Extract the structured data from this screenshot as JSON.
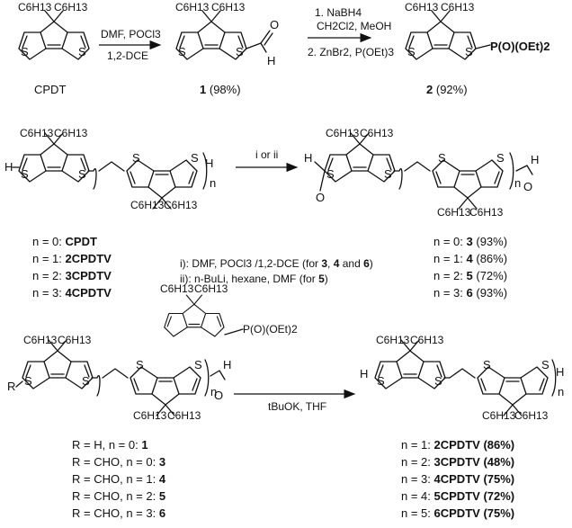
{
  "scheme": {
    "r1": {
      "start": {
        "sub1": "C6H13",
        "sub2": "C6H13",
        "label": "CPDT"
      },
      "arrow1": {
        "reagents": "DMF, POCl3",
        "solvent": "1,2-DCE"
      },
      "product1": {
        "sub1": "C6H13",
        "sub2": "C6H13",
        "num": "1",
        "yield": "(98%)"
      },
      "arrow2": {
        "step1": "1. NaBH4",
        "step1b": "CH2Cl2, MeOH",
        "step2": "2. ZnBr2, P(OEt)3"
      },
      "product2": {
        "sub1": "C6H13",
        "sub2": "C6H13",
        "group": "P(O)(OEt)2",
        "num": "2",
        "yield": "(92%)"
      }
    },
    "r2": {
      "arrow": {
        "label": "i or ii"
      },
      "left_list": [
        {
          "cond": "n = 0:",
          "name": "CPDT"
        },
        {
          "cond": "n = 1:",
          "name": "2CPDTV"
        },
        {
          "cond": "n = 2:",
          "name": "3CPDTV"
        },
        {
          "cond": "n = 3:",
          "name": "4CPDTV"
        }
      ],
      "conditions": [
        {
          "prefix": "i): DMF, POCl3 /1,2-DCE (for ",
          "a": "3",
          ", ": "",
          "b": "4",
          " and ": "",
          "c": "6",
          ")": ""
        },
        {
          "prefix": "ii): n-BuLi, hexane, DMF (for ",
          "a": "5",
          ")": ""
        }
      ],
      "right_list": [
        {
          "cond": "n = 0:",
          "num": "3",
          "yield": "(93%)"
        },
        {
          "cond": "n = 1:",
          "num": "4",
          "yield": "(86%)"
        },
        {
          "cond": "n = 2:",
          "num": "5",
          "yield": "(72%)"
        },
        {
          "cond": "n = 3:",
          "num": "6",
          "yield": "(93%)"
        }
      ]
    },
    "r3": {
      "reagent_group": "P(O)(OEt)2",
      "arrow": {
        "label": "tBuOK, THF"
      },
      "left_list": [
        {
          "r": "R = H,",
          "n": "n = 0:",
          "num": "1"
        },
        {
          "r": "R = CHO,",
          "n": "n = 0:",
          "num": "3"
        },
        {
          "r": "R = CHO,",
          "n": "n = 1:",
          "num": "4"
        },
        {
          "r": "R = CHO,",
          "n": "n = 2:",
          "num": "5"
        },
        {
          "r": "R = CHO,",
          "n": "n = 3:",
          "num": "6"
        }
      ],
      "right_list": [
        {
          "cond": "n = 1:",
          "name": "2CPDTV",
          "yield": "(86%)"
        },
        {
          "cond": "n = 2:",
          "name": "3CPDTV",
          "yield": "(48%)"
        },
        {
          "cond": "n = 3:",
          "name": "4CPDTV",
          "yield": "(75%)"
        },
        {
          "cond": "n = 4:",
          "name": "5CPDTV",
          "yield": "(72%)"
        },
        {
          "cond": "n = 5:",
          "name": "6CPDTV",
          "yield": "(75%)"
        }
      ]
    }
  },
  "atoms": {
    "S": "S",
    "H": "H",
    "O": "O",
    "R": "R",
    "n": "n"
  }
}
